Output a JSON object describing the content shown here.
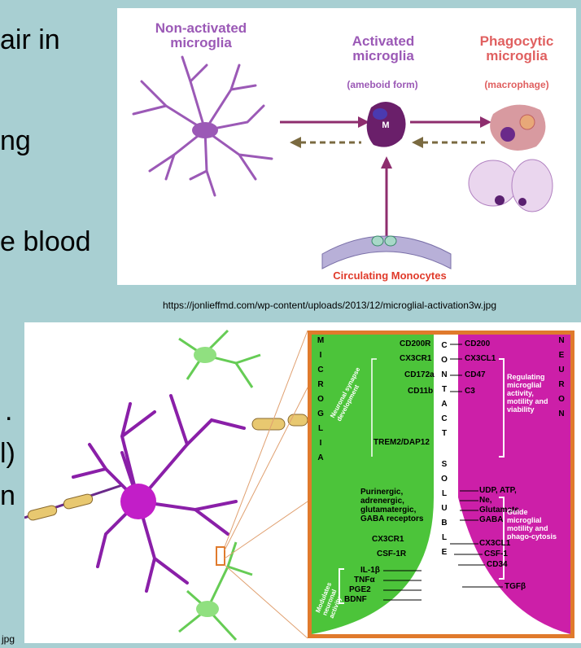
{
  "slide_text": {
    "line1": "air in",
    "line2": "ng",
    "line3": "e blood",
    "line4": ".",
    "line5": "l)",
    "line6": "n",
    "partial_caption": "jpg"
  },
  "top_diagram": {
    "non_activated": "Non-activated microglia",
    "activated": "Activated microglia",
    "ameboid": "(ameboid form)",
    "phagocytic": "Phagocytic microglia",
    "macrophage": "(macrophage)",
    "cell_label": "M",
    "monocytes": "Circulating Monocytes",
    "colors": {
      "purple": "#9b59b6",
      "dark_purple": "#6a1f6a",
      "red": "#e03a2a",
      "salmon": "#e06060"
    }
  },
  "caption": "https://jonlieffmd.com/wp-content/uploads/2013/12/microglial-activation3w.jpg",
  "bottom_diagram": {
    "microglia_letters": [
      "M",
      "I",
      "C",
      "R",
      "O",
      "G",
      "L",
      "I",
      "A"
    ],
    "neuron_letters": [
      "N",
      "E",
      "U",
      "R",
      "O",
      "N"
    ],
    "contact_letters": [
      "C",
      "O",
      "N",
      "T",
      "A",
      "C",
      "T"
    ],
    "soluble_letters": [
      "S",
      "O",
      "L",
      "U",
      "B",
      "L",
      "E"
    ],
    "microglia_receptors": [
      "CD200R",
      "CX3CR1",
      "CD172a",
      "CD11b"
    ],
    "neuron_ligands": [
      "CD200",
      "CX3CL1",
      "CD47",
      "C3"
    ],
    "synapse_label": "Neuronal synapse development",
    "trem": "TREM2/DAP12",
    "regulating": "Regulating microglial activity, motility and viability",
    "receptors_block": "Purinergic, adrenergic, glutamatergic, GABA receptors",
    "cx3cr1": "CX3CR1",
    "csf1r": "CSF-1R",
    "soluble_neuron": [
      "UDP, ATP,",
      "Ne,",
      "Glutamate,",
      "GABA"
    ],
    "guide": "Guide microglial motility and phago-cytosis",
    "soluble_neuron2": [
      "CX3CL1",
      "CSF-1",
      "CD34"
    ],
    "tgfb": "TGFβ",
    "modulates": "Modulates neuronal activity",
    "cytokines": [
      "IL-1β",
      "TNFα",
      "PGE2",
      "BDNF"
    ],
    "colors": {
      "green": "#4cc43a",
      "magenta": "#cc1fa8",
      "orange": "#e07a2c"
    }
  }
}
